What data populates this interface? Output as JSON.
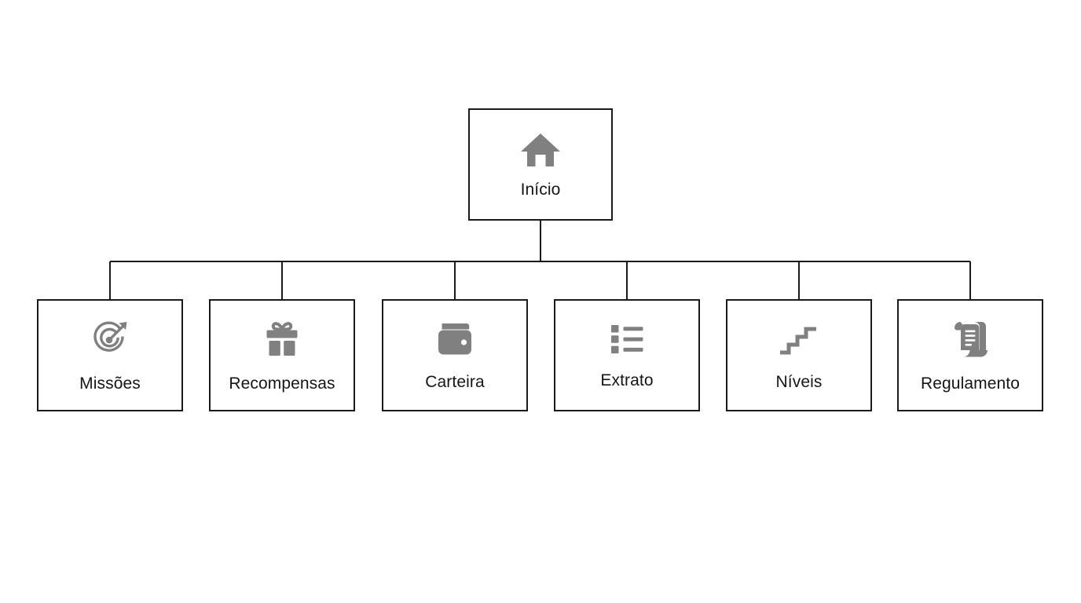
{
  "diagram": {
    "type": "sitemap-tree",
    "background_color": "#ffffff",
    "line_color": "#1b1b1b",
    "box_border_color": "#1b1b1b",
    "icon_color": "#808080",
    "label_color": "#151515",
    "root": {
      "label": "Início",
      "icon": "home-icon"
    },
    "children": [
      {
        "label": "Missões",
        "icon": "target-icon"
      },
      {
        "label": "Recompensas",
        "icon": "gift-icon"
      },
      {
        "label": "Carteira",
        "icon": "wallet-icon"
      },
      {
        "label": "Extrato",
        "icon": "list-icon"
      },
      {
        "label": "Níveis",
        "icon": "stairs-icon"
      },
      {
        "label": "Regulamento",
        "icon": "scroll-icon"
      }
    ]
  }
}
